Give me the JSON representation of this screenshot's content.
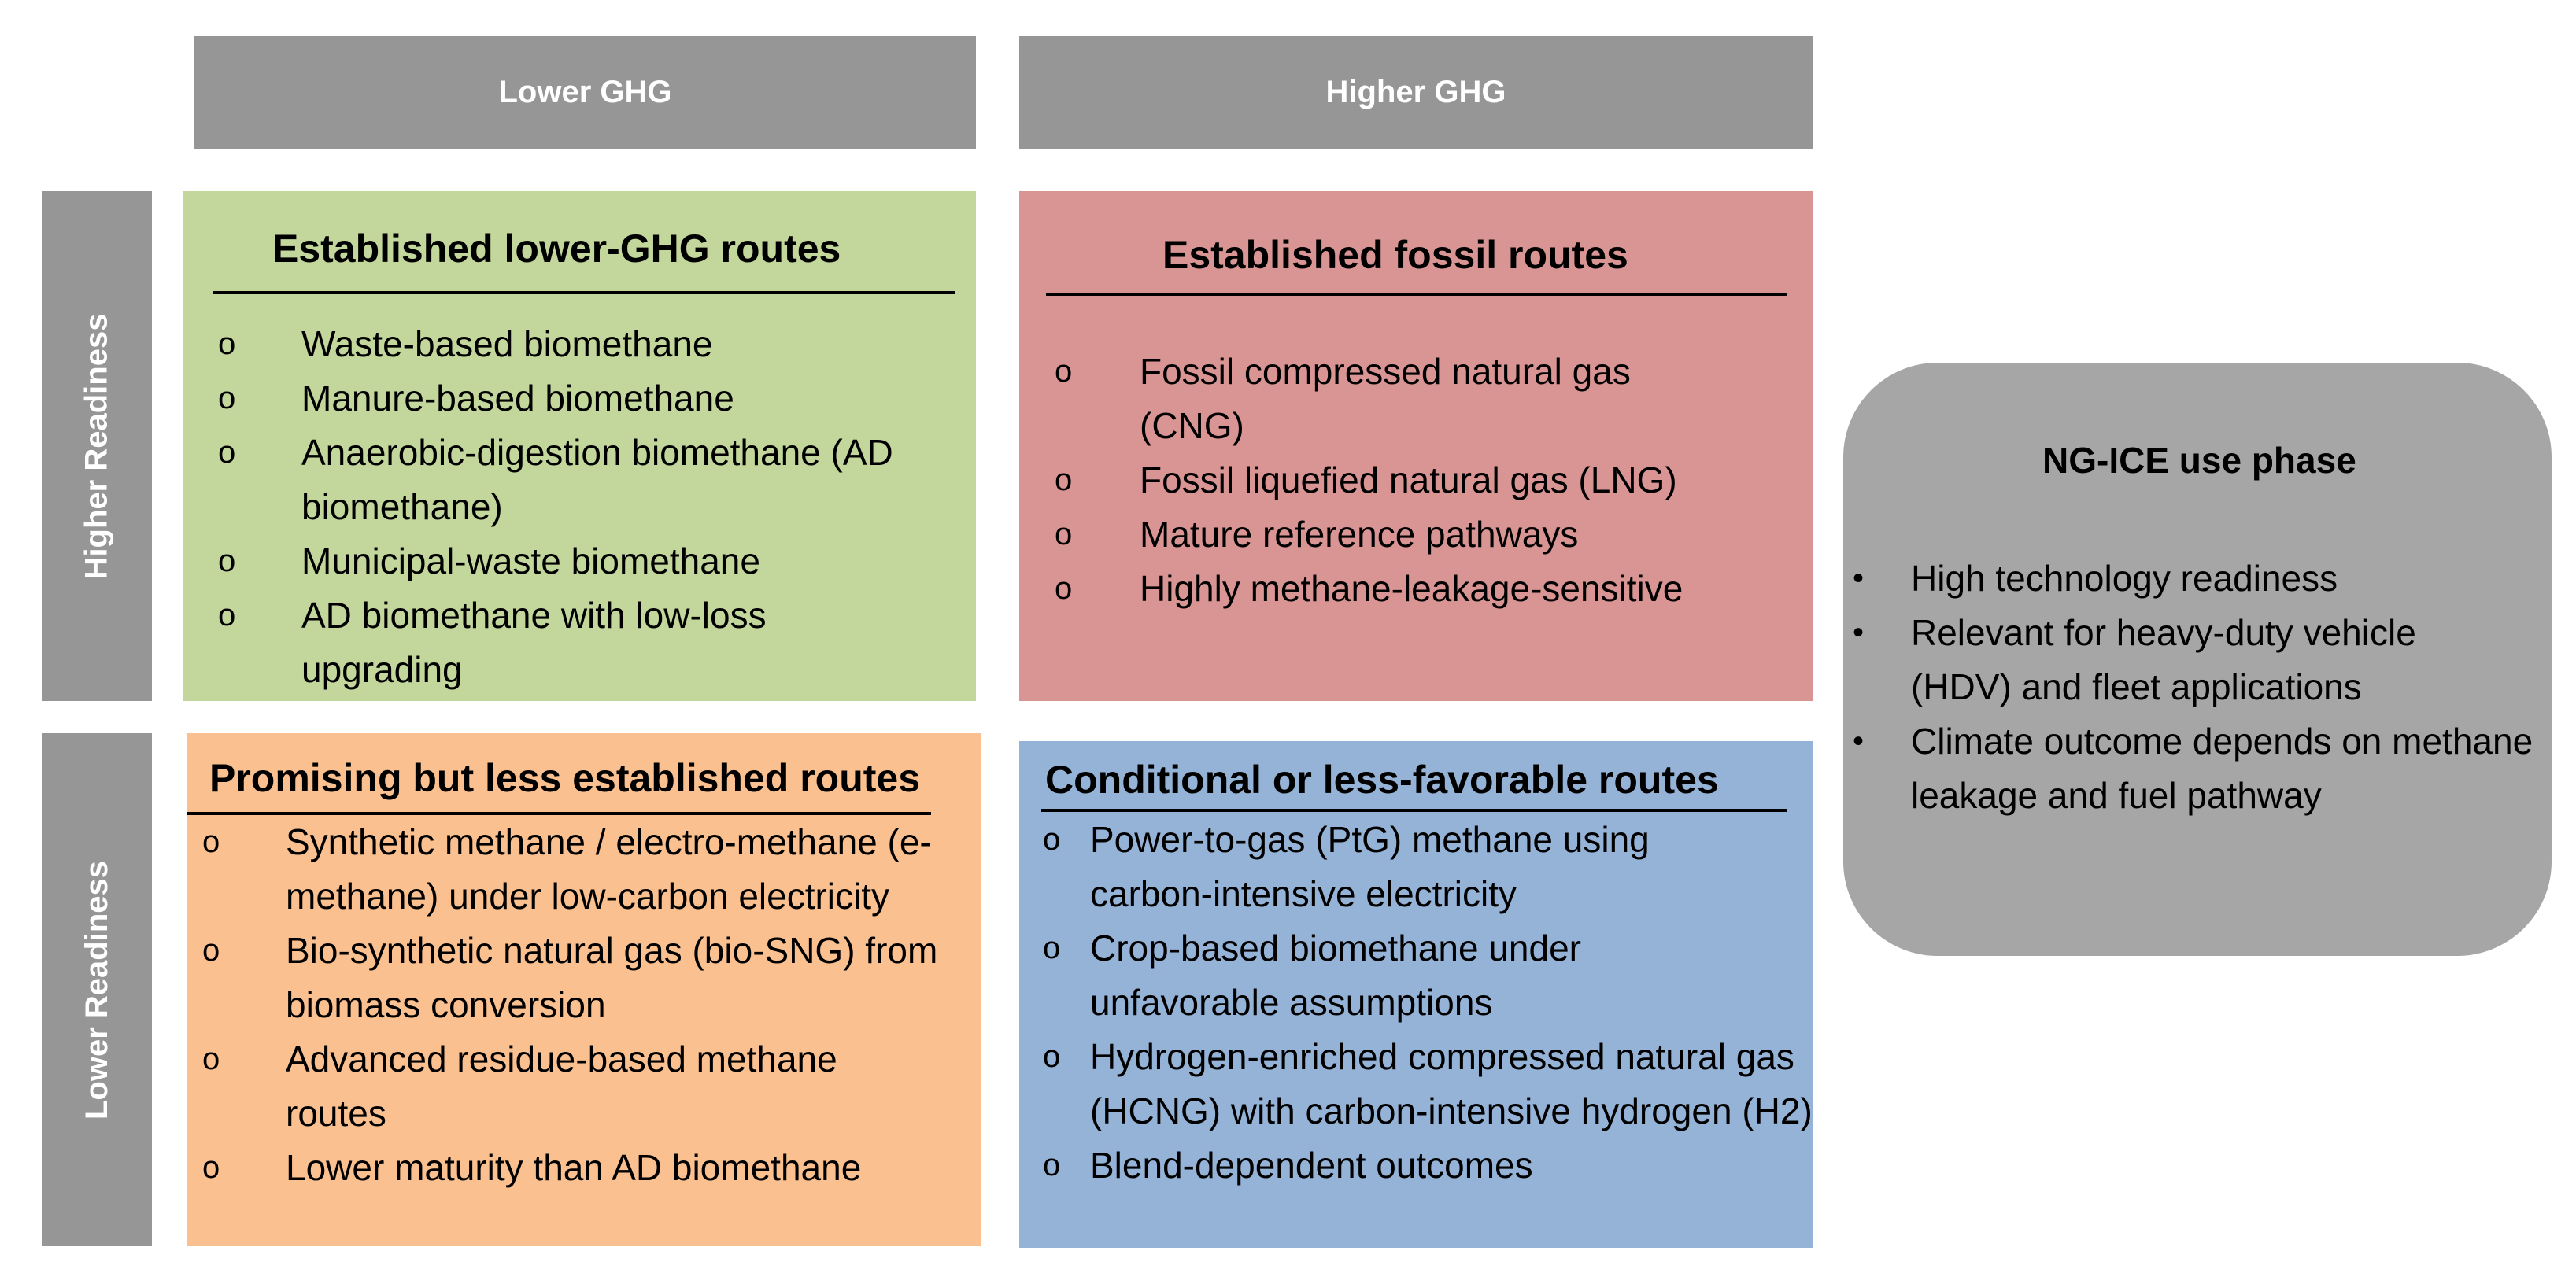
{
  "columns": {
    "lower_ghg": "Lower GHG",
    "higher_ghg": "Higher GHG"
  },
  "rows": {
    "higher_readiness": "Higher Readiness",
    "lower_readiness": "Lower Readiness"
  },
  "quadrants": {
    "established_lower": {
      "title": "Established lower-GHG routes",
      "color": "#c3d69b",
      "items": [
        "Waste-based biomethane",
        "Manure-based biomethane",
        "Anaerobic-digestion biomethane (AD biomethane)",
        "Municipal-waste biomethane",
        "AD biomethane with low-loss upgrading"
      ]
    },
    "established_fossil": {
      "title": "Established fossil routes",
      "color": "#d99594",
      "items": [
        "Fossil compressed natural gas (CNG)",
        "Fossil liquefied natural gas (LNG)",
        "Mature reference pathways",
        "Highly methane-leakage-sensitive"
      ]
    },
    "promising": {
      "title": "Promising but less established routes",
      "color": "#fac090",
      "items": [
        "Synthetic methane / electro-methane (e-methane) under low-carbon electricity",
        "Bio-synthetic natural gas (bio-SNG) from biomass conversion",
        "Advanced residue-based methane routes",
        "Lower maturity than AD biomethane"
      ]
    },
    "conditional": {
      "title": "Conditional or less-favorable routes",
      "color": "#95b3d7",
      "items": [
        "Power-to-gas (PtG) methane using carbon-intensive electricity",
        "Crop-based biomethane under unfavorable assumptions",
        "Hydrogen-enriched compressed natural gas (HCNG) with carbon-intensive hydrogen (H2)",
        "Blend-dependent outcomes"
      ]
    }
  },
  "use_phase": {
    "title": "NG-ICE use phase",
    "color": "#a6a6a6",
    "items": [
      "High technology readiness",
      "Relevant for heavy-duty vehicle (HDV) and fleet applications",
      "Climate outcome depends on methane leakage and fuel pathway"
    ]
  }
}
